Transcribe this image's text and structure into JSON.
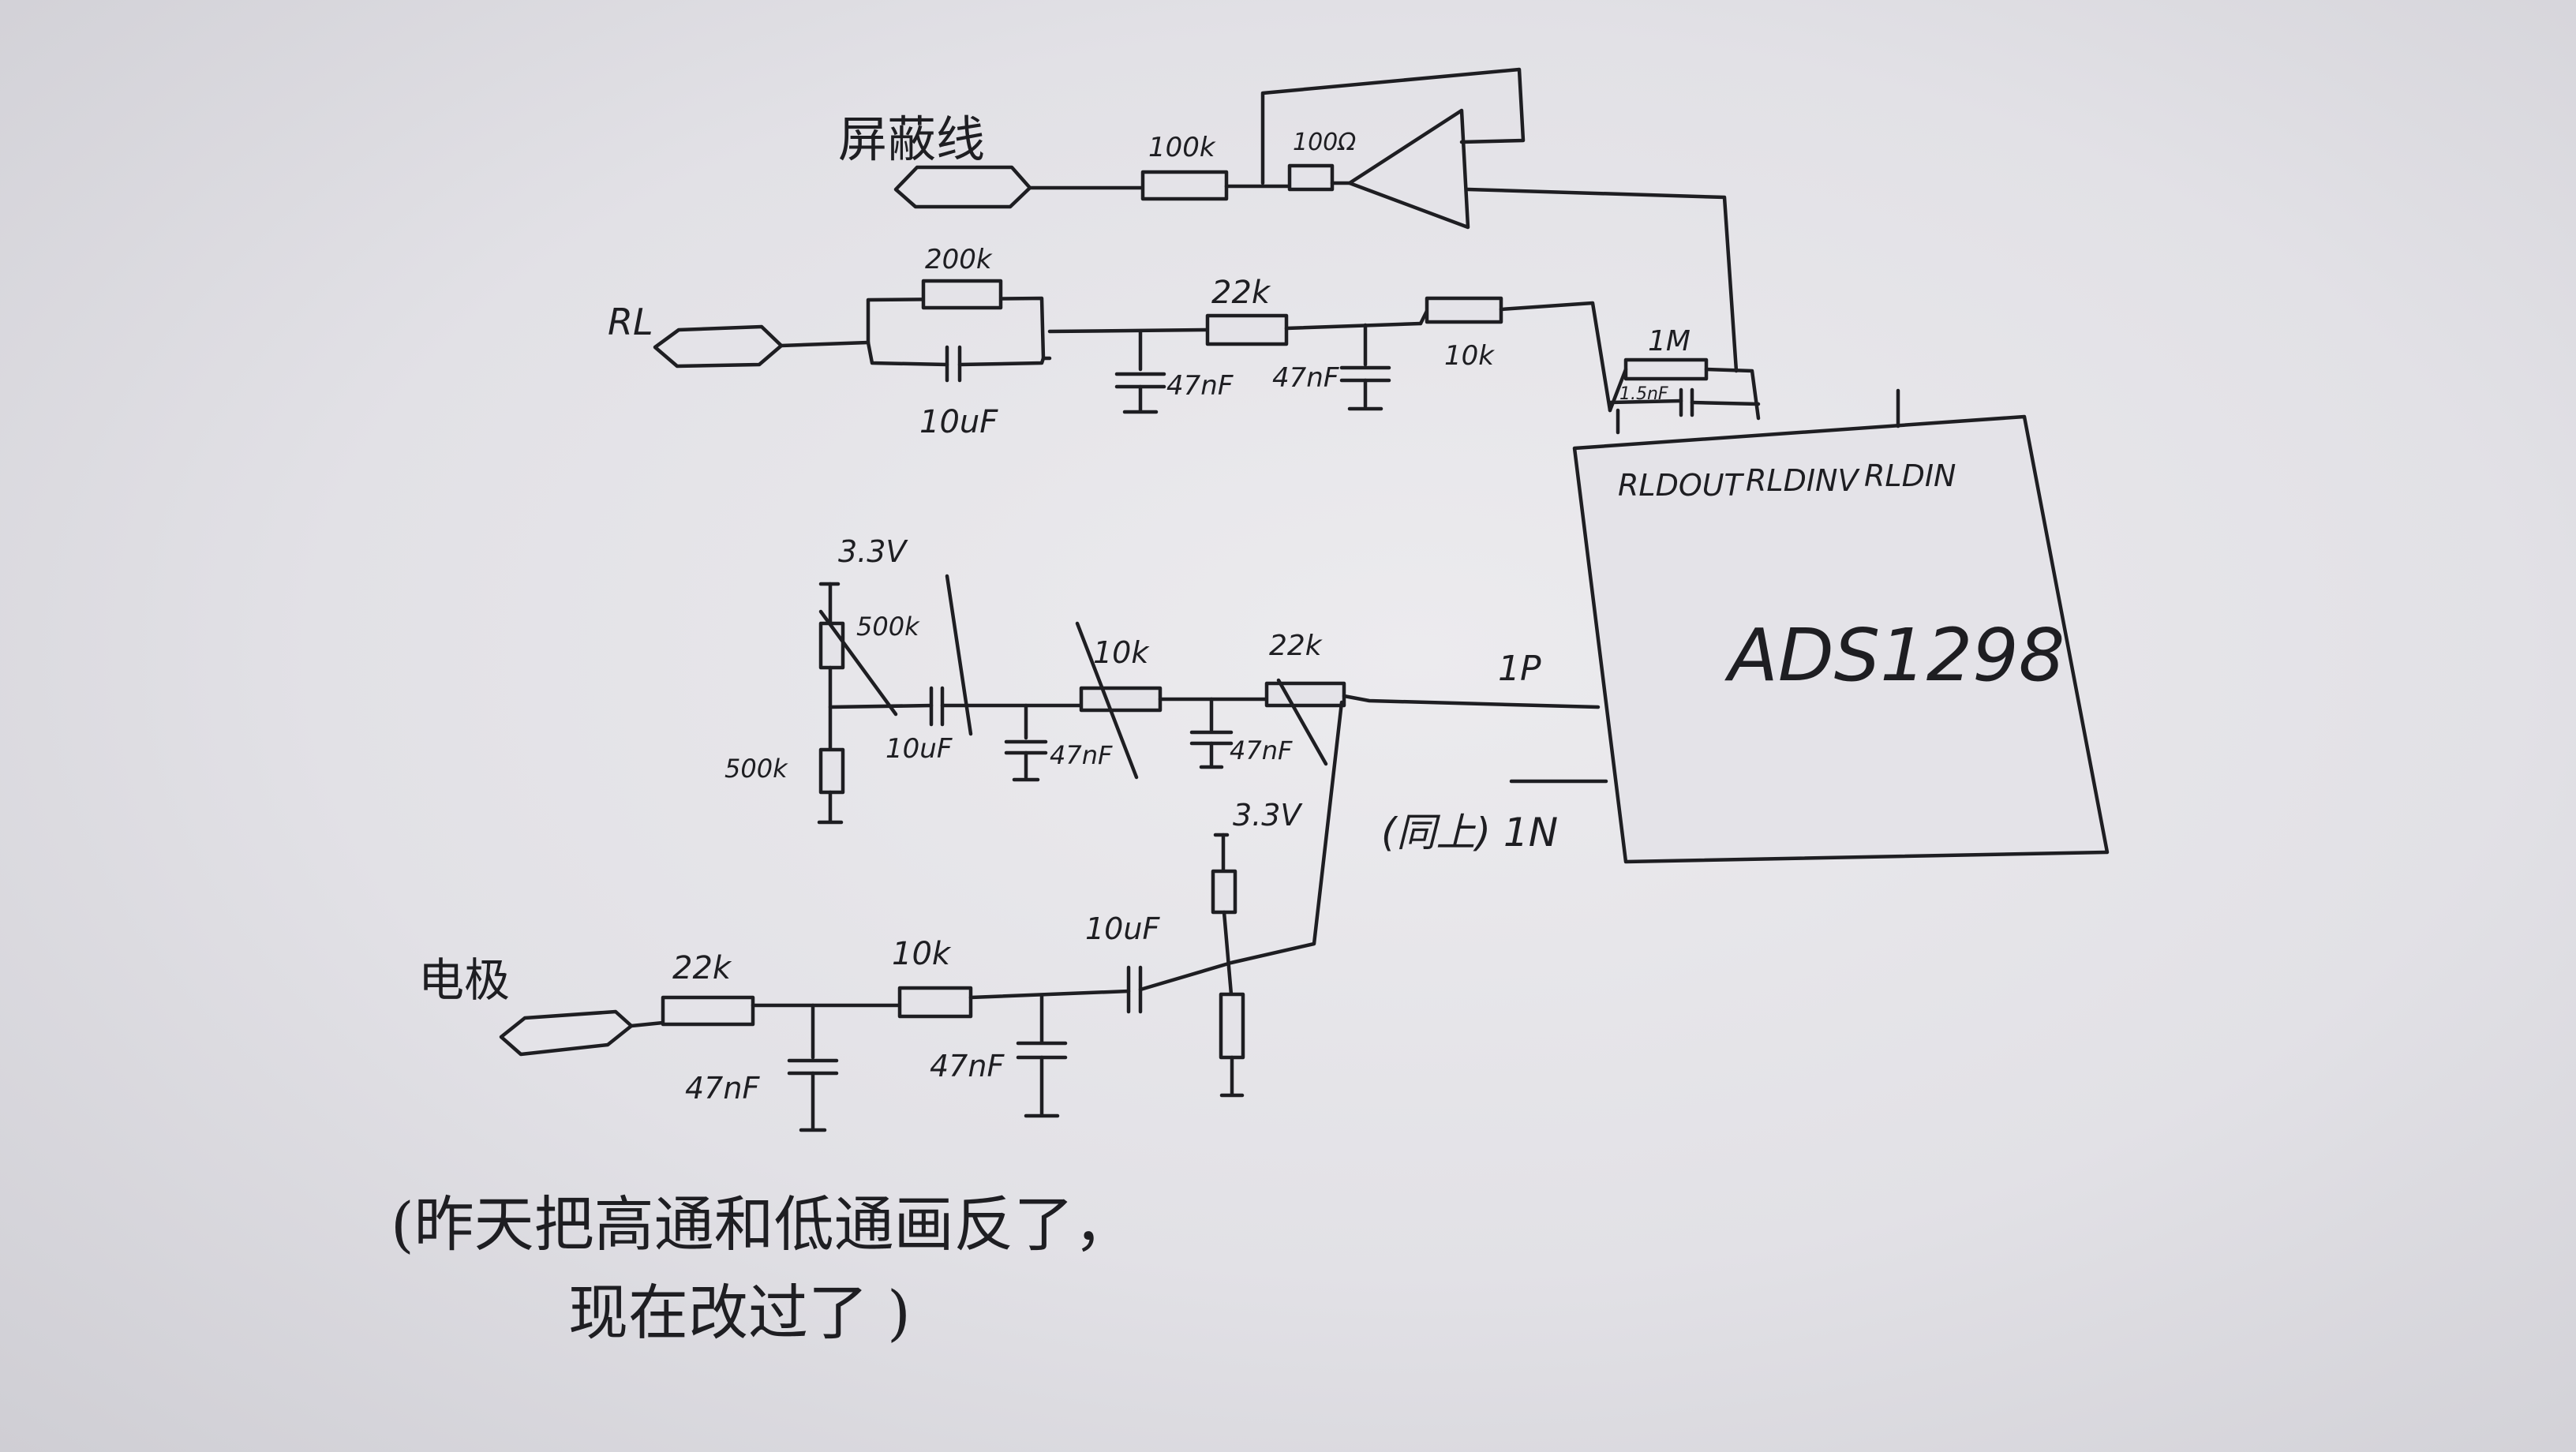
{
  "sheet": {
    "ic": {
      "name": "ADS1298",
      "pins": [
        "RLDOUT",
        "RLDINV",
        "RLDIN"
      ]
    },
    "shield_section": {
      "connector_label": "屏蔽线",
      "resistor_1": "100k",
      "resistor_2": "100Ω"
    },
    "rl_section": {
      "connector_label": "RL",
      "resistor_top": "200k",
      "cap_parallel": "10uF",
      "cap_1": "47nF",
      "resistor_mid": "22k",
      "cap_2": "47nF",
      "resistor_out": "10k",
      "feedback_resistor": "1M",
      "feedback_cap": "1.5nF"
    },
    "bias_section": {
      "supply": "3.3V",
      "resistor_top": "500k",
      "resistor_bottom": "500k",
      "cap_coupling": "10uF",
      "cap_1": "47nF",
      "resistor_1": "10k",
      "cap_2": "47nF",
      "resistor_2": "22k",
      "pin_label": "1P"
    },
    "electrode_section": {
      "connector_label": "电极",
      "resistor_1": "22k",
      "cap_1": "47nF",
      "resistor_2": "10k",
      "cap_2": "47nF",
      "cap_coupling": "10uF",
      "supply": "3.3V",
      "pin_label": "(同上) 1N"
    },
    "note": {
      "line_1": "(昨天把高通和低通画反了，",
      "line_2": "现在改过了 )"
    }
  }
}
